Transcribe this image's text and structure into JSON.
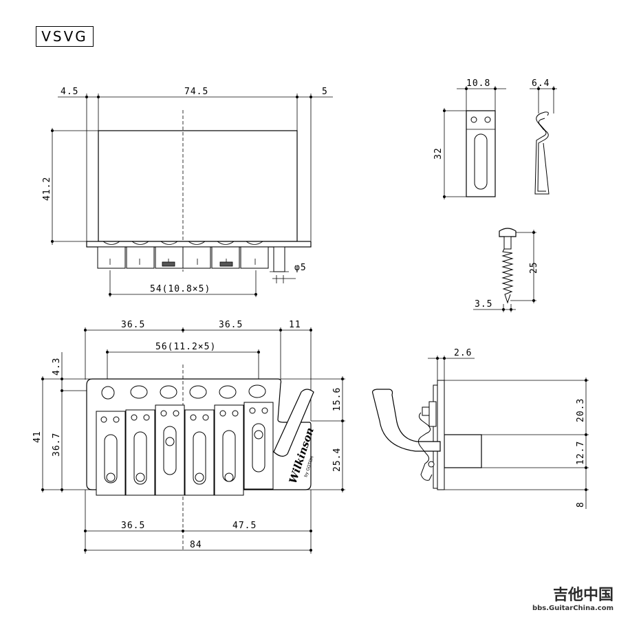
{
  "model": "VSVG",
  "top_view": {
    "dims": {
      "left_offset": "4.5",
      "width": "74.5",
      "right_offset": "5",
      "height": "41.2",
      "spacing": "54(10.8×5)",
      "post": "φ5"
    }
  },
  "clip_view": {
    "dims": {
      "width": "10.8",
      "height": "32",
      "side_width": "6.4"
    }
  },
  "screw_view": {
    "dims": {
      "length": "25",
      "diameter": "3.5"
    }
  },
  "front_view": {
    "dims": {
      "left_half": "36.5",
      "right_half": "36.5",
      "right_extra": "11",
      "hole_spacing": "56(11.2×5)",
      "top_offset": "4.3",
      "total_height": "41",
      "inner_height": "36.7",
      "upper_right": "15.6",
      "lower_right": "25.4",
      "bottom_left": "36.5",
      "bottom_right": "47.5",
      "total_width": "84"
    },
    "brand": "Wilkinson",
    "brand_sub": "by GOTOH"
  },
  "side_view": {
    "dims": {
      "plate": "2.6",
      "upper": "20.3",
      "middle": "12.7",
      "lower": "8"
    }
  },
  "watermark": {
    "title": "吉他中国",
    "url": "bbs.GuitarChina.com"
  }
}
